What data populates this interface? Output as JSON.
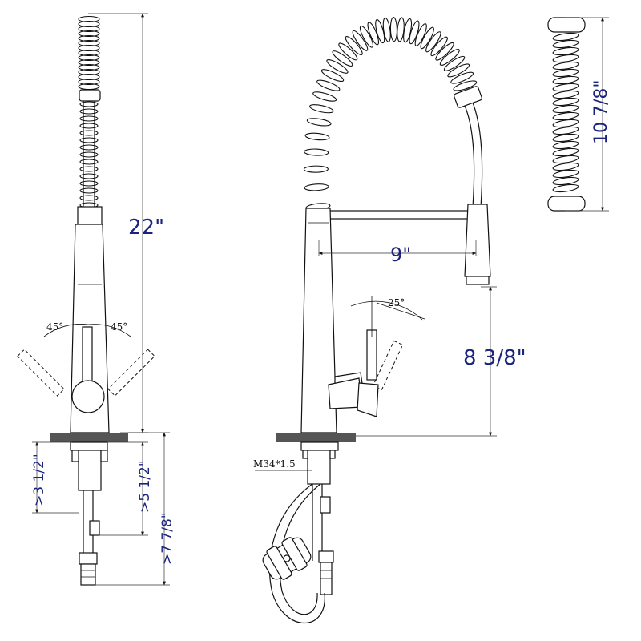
{
  "colors": {
    "dimension_text": "#1a237e",
    "lines": "#111111",
    "deck_plate": "#555555"
  },
  "front_view": {
    "total_height": "22\"",
    "handle_angle_left": "45°",
    "handle_angle_right": "45°",
    "depth_1": ">3 1/2\"",
    "depth_2": ">5 1/2\"",
    "depth_3": ">7 7/8\""
  },
  "side_view": {
    "reach": "9\"",
    "spout_height": "8 3/8\"",
    "handle_angle": "25°",
    "thread_spec": "M34*1.5"
  },
  "top_view": {
    "spring_height": "10 7/8\""
  }
}
